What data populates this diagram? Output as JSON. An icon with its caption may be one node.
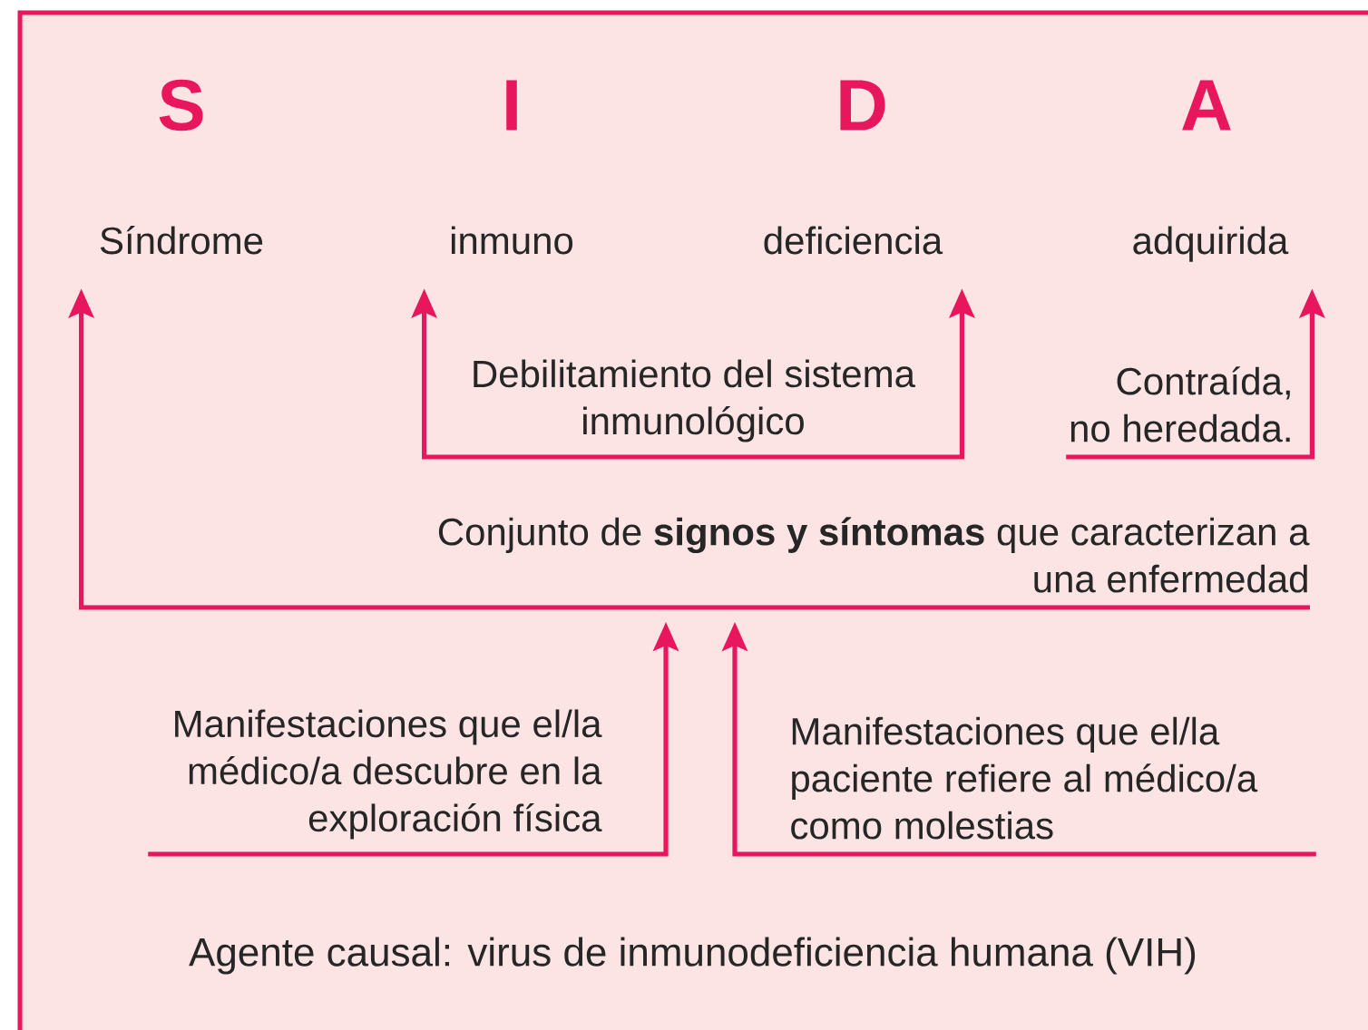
{
  "diagram": {
    "nodes": [
      {
        "text": [
          "Síndrome"
        ]
      },
      {
        "text": [
          "inmuno"
        ]
      },
      {
        "text": [
          "deficiencia"
        ]
      },
      {
        "text": [
          "adquirida"
        ]
      },
      {
        "text": [
          "Debilitamiento del sistema inmunológico"
        ]
      },
      {
        "text": [
          "Contraída, no heredada."
        ]
      },
      {
        "text": [
          "Conjunto de **signos y síntomas** que caracterizan a una enfermedad"
        ]
      },
      {
        "text": [
          "Manifestaciones que el/la médico/a descubre en la exploración física"
        ]
      },
      {
        "text": [
          "Manifestaciones que el/la paciente refiere al médico/a como molestias"
        ]
      }
    ],
    "edges": [
      {
        "from": 4,
        "to": 1,
        "arrow": "to"
      },
      {
        "from": 4,
        "to": 2,
        "arrow": "to"
      },
      {
        "from": 5,
        "to": 3,
        "arrow": "to"
      },
      {
        "from": 6,
        "to": 0,
        "arrow": "to"
      },
      {
        "from": 7,
        "to": 6,
        "arrow": "to"
      },
      {
        "from": 8,
        "to": 6,
        "arrow": "to"
      }
    ],
    "labels": [
      "S",
      "I",
      "D",
      "A",
      "Agente causal: virus de inmunodeficiencia humana (VIH)"
    ]
  }
}
